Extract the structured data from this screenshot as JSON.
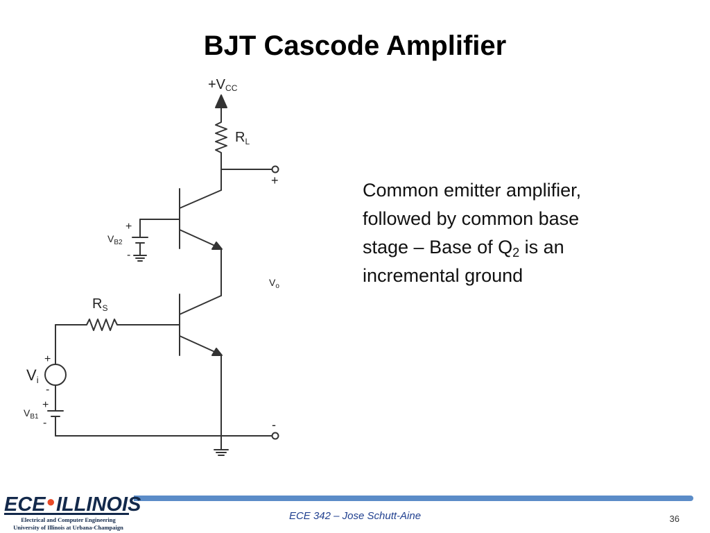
{
  "slide": {
    "title": "BJT Cascode Amplifier"
  },
  "schematic": {
    "labels": {
      "vcc_main": "+V",
      "vcc_sub": "CC",
      "rl_main": "R",
      "rl_sub": "L",
      "rs_main": "R",
      "rs_sub": "S",
      "vb2_main": "V",
      "vb2_sub": "B2",
      "vb1_main": "V",
      "vb1_sub": "B1",
      "vi_main": "V",
      "vi_sub": "i",
      "vo_main": "V",
      "vo_sub": "o",
      "plus": "+",
      "minus": "-"
    }
  },
  "description": {
    "line1": "Common emitter amplifier,",
    "line2": "followed by common base",
    "line3_before": "stage – Base of Q",
    "line3_sub": "2",
    "line3_after": " is an",
    "line4": "incremental ground"
  },
  "footer": {
    "logo_left": "ECE",
    "logo_right": "ILLINOIS",
    "dept_line1": "Electrical and Computer Engineering",
    "dept_line2": "University of Illinois at Urbana-Champaign",
    "course": "ECE 342 – Jose Schutt-Aine",
    "page": "36"
  },
  "colors": {
    "footer_bar": "#5b8cc8",
    "logo_navy": "#13294b",
    "logo_orange": "#e84a27",
    "footer_text": "#1f3f8f"
  }
}
